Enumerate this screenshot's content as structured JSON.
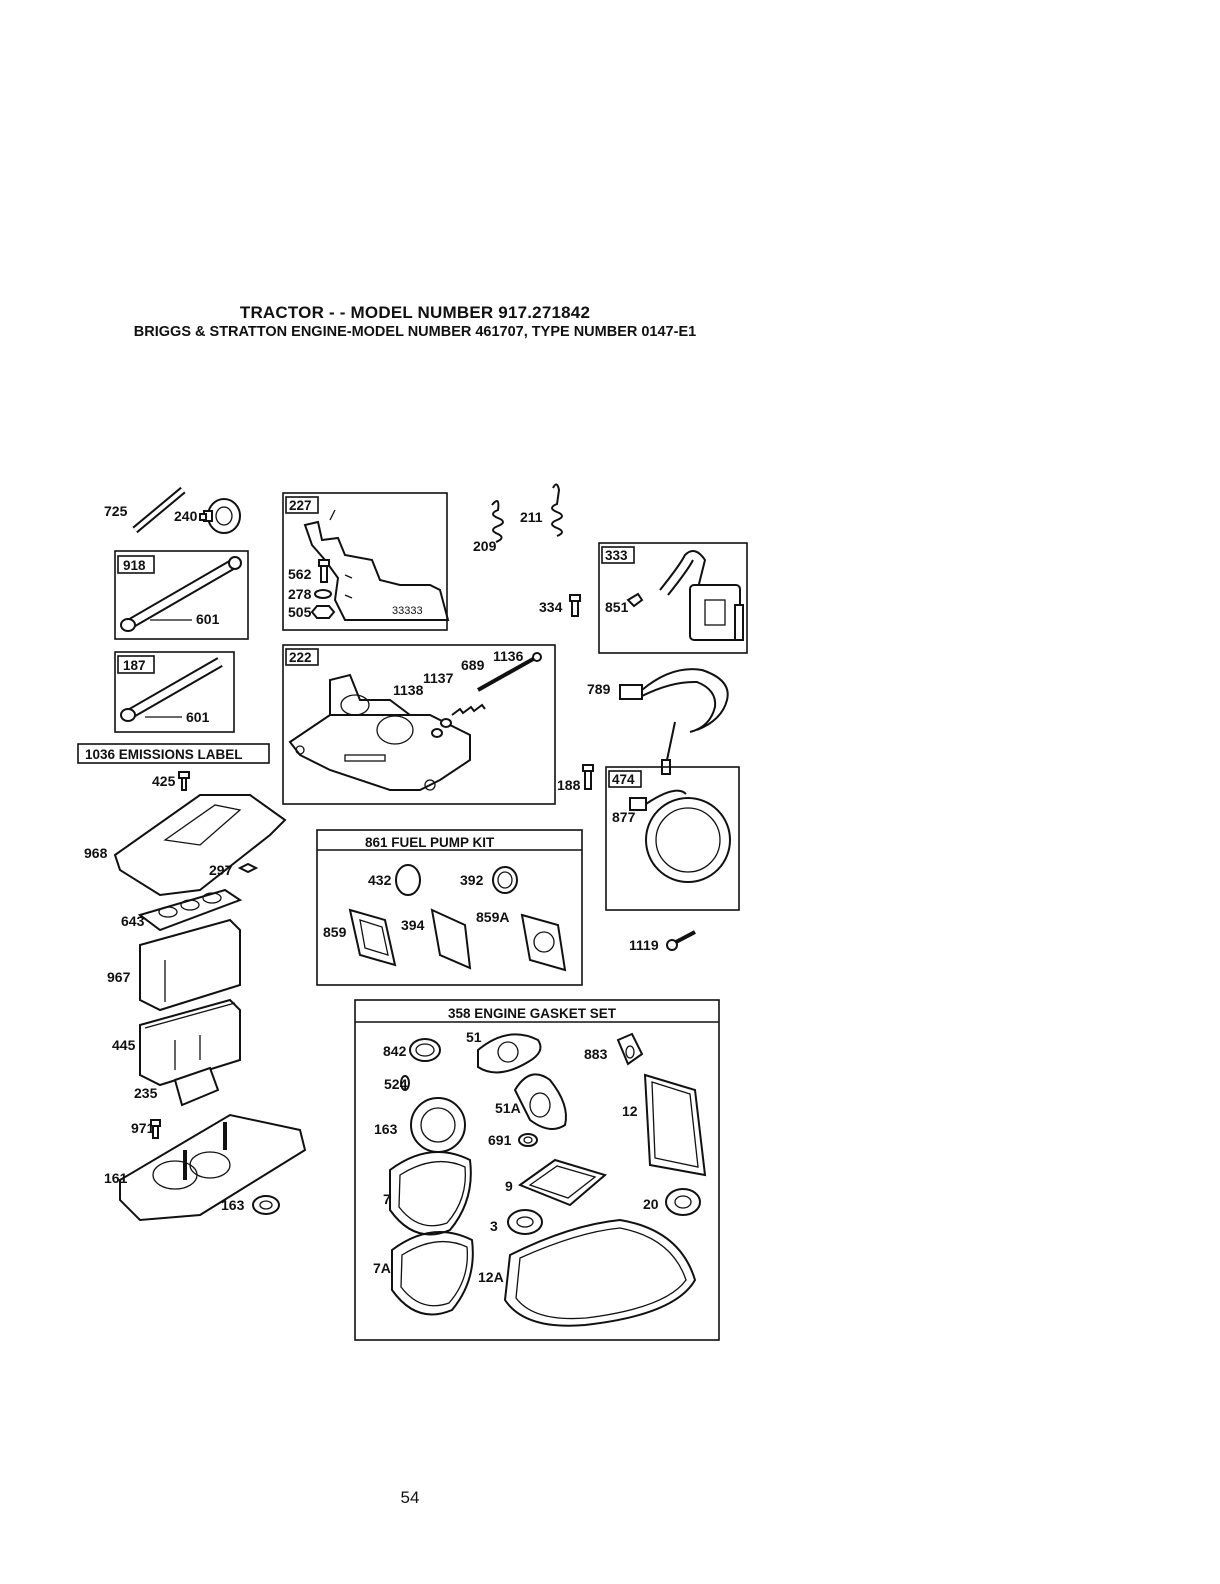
{
  "header": {
    "title": "TRACTOR - - MODEL NUMBER 917.271842",
    "subtitle": "BRIGGS & STRATTON ENGINE-MODEL NUMBER 461707, TYPE NUMBER 0147-E1"
  },
  "boxes": {
    "b227": "227",
    "b918": "918",
    "b187": "187",
    "b222": "222",
    "b333": "333",
    "b474": "474",
    "emissions": "1036 EMISSIONS LABEL",
    "fuel_pump_kit": "861 FUEL PUMP KIT",
    "gasket_set": "358 ENGINE GASKET SET"
  },
  "parts": {
    "p725": "725",
    "p240": "240",
    "p601a": "601",
    "p601b": "601",
    "p562": "562",
    "p278": "278",
    "p505": "505",
    "p209": "209",
    "p211": "211",
    "p334": "334",
    "p851": "851",
    "p689": "689",
    "p1136": "1136",
    "p1137": "1137",
    "p1138": "1138",
    "p789": "789",
    "p188": "188",
    "p877": "877",
    "p1119": "1119",
    "p425": "425",
    "p968": "968",
    "p297": "297",
    "p643": "643",
    "p967": "967",
    "p445": "445",
    "p235": "235",
    "p971": "971",
    "p161": "161",
    "p163a": "163",
    "p432": "432",
    "p392": "392",
    "p859": "859",
    "p394": "394",
    "p859A": "859A",
    "p842": "842",
    "p51": "51",
    "p883": "883",
    "p524": "524",
    "p51A": "51A",
    "p12": "12",
    "p163b": "163",
    "p691": "691",
    "p9": "9",
    "p7": "7",
    "p20": "20",
    "p3": "3",
    "p7A": "7A",
    "p12A": "12A"
  },
  "footer": {
    "page_number": "54"
  }
}
